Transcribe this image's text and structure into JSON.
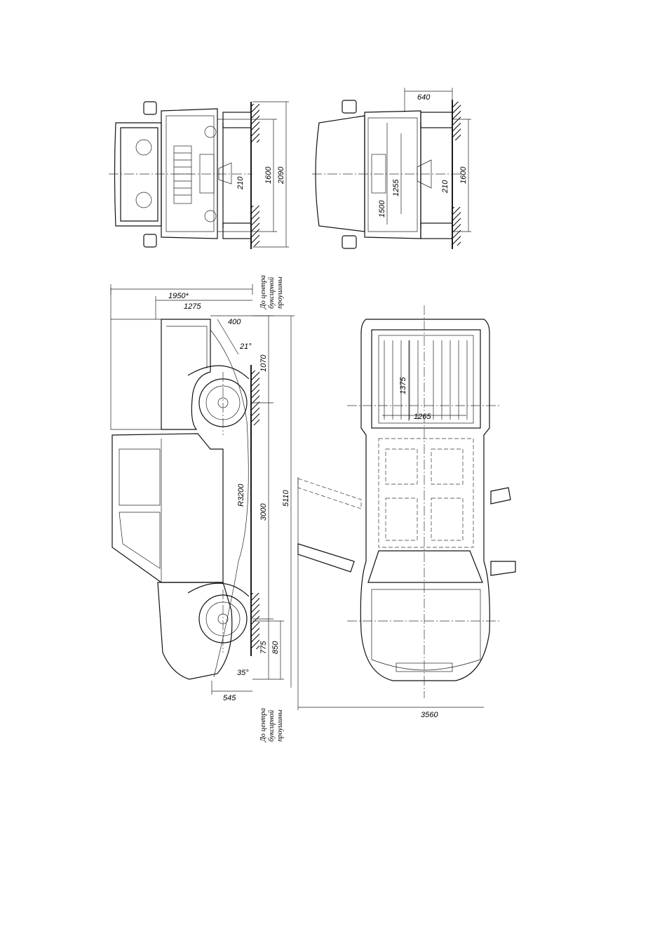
{
  "dimensions": {
    "front_width_640": "640",
    "front_track_1600": "1600",
    "front_width_2090": "2090",
    "front_ground_210": "210",
    "rear_track_1600": "1600",
    "rear_1500": "1500",
    "rear_1255": "1255",
    "rear_ground_210": "210",
    "overall_1950": "1950*",
    "body_1275": "1275",
    "rear_overhang_400": "400",
    "angle_21": "21°",
    "rear_1070": "1070",
    "wheelbase_3000": "3000",
    "length_5110": "5110",
    "radius_3200": "R3200",
    "front_775": "775",
    "front_850": "850",
    "angle_35": "35°",
    "front_545": "545",
    "bed_1375": "1375",
    "bed_1265": "1265",
    "width_3560": "3560"
  },
  "notes": {
    "towing_top_1": "До центра",
    "towing_top_2": "буксирной",
    "towing_top_3": "проушины",
    "towing_bottom_1": "До центра",
    "towing_bottom_2": "буксирной",
    "towing_bottom_3": "проушины"
  }
}
